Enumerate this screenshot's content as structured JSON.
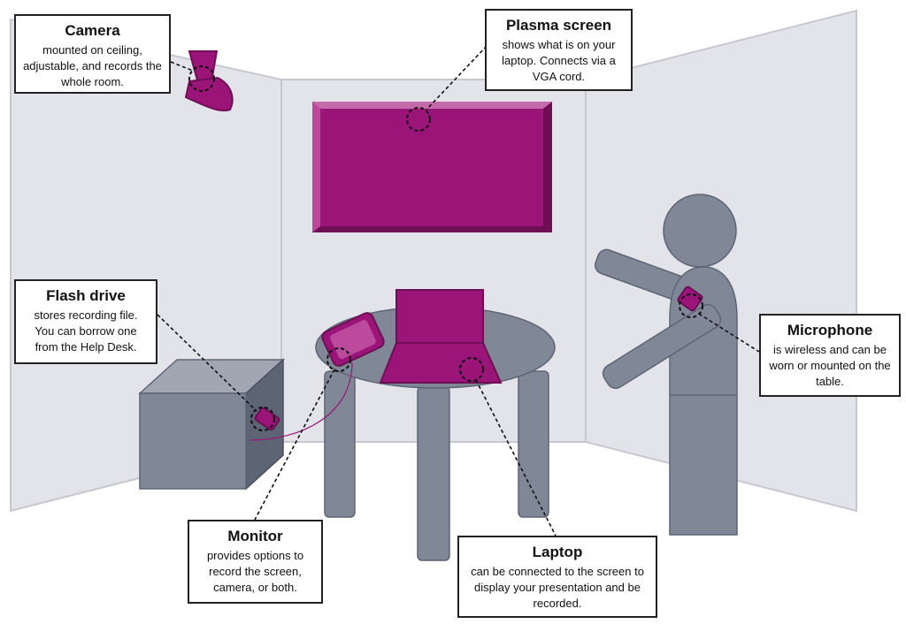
{
  "colors": {
    "wall": "#e3e3ea",
    "wall_edge": "#c7c7d0",
    "accent": "#9a1577",
    "accent_dark": "#6e0f55",
    "accent_light": "#bb4a9c",
    "gray": "#808898",
    "gray_dark": "#5d6473",
    "gray_light": "#a0a6b2"
  },
  "icons": {
    "camera": "camera-icon",
    "plasma_screen": "plasma-screen-icon",
    "flash_drive": "flash-drive-icon",
    "monitor": "monitor-icon",
    "laptop": "laptop-icon",
    "microphone": "microphone-icon"
  },
  "callouts": {
    "camera": {
      "title": "Camera",
      "desc": "mounted on ceiling, adjustable, and records the whole room."
    },
    "plasma_screen": {
      "title": "Plasma screen",
      "desc": "shows what is on your laptop. Connects via a VGA cord."
    },
    "flash_drive": {
      "title": "Flash drive",
      "desc": "stores recording file. You can borrow one from the Help Desk."
    },
    "microphone": {
      "title": "Microphone",
      "desc": "is wireless and can be worn or mounted on the table."
    },
    "monitor": {
      "title": "Monitor",
      "desc": "provides options to record the screen, camera, or both."
    },
    "laptop": {
      "title": "Laptop",
      "desc": "can be connected to the screen to display your presentation and be recorded."
    }
  }
}
